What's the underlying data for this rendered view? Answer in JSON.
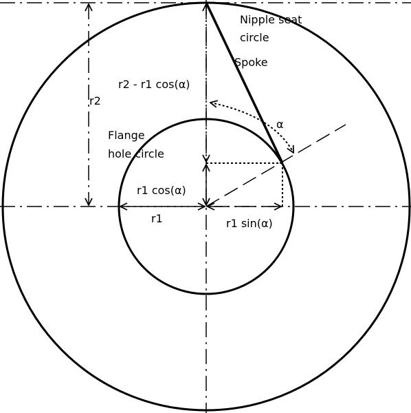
{
  "labels": {
    "nipple_line1": "Nipple seat",
    "nipple_line2": "circle",
    "spoke": "Spoke",
    "r2_minus": "r2 - r1 cos(α)",
    "r2": "r2",
    "alpha": "α",
    "flange_line1": "Flange",
    "flange_line2": "hole circle",
    "r1cos": "r1 cos(α)",
    "r1": "r1",
    "r1sin": "r1 sin(α)"
  },
  "colors": {
    "stroke": "#000000",
    "background": "#ffffff"
  }
}
